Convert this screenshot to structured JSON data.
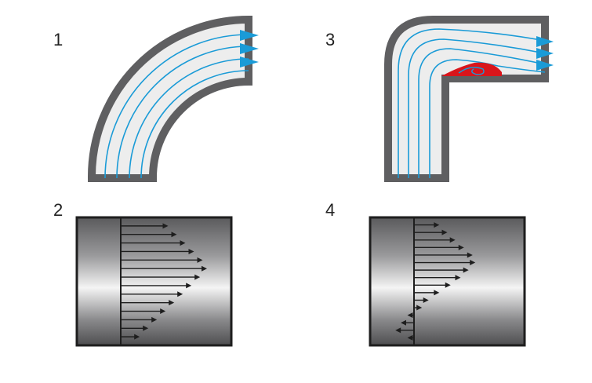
{
  "panels": [
    {
      "label": "1",
      "kind": "smooth-bend-streamlines"
    },
    {
      "label": "2",
      "kind": "velocity-profile-no-separation"
    },
    {
      "label": "3",
      "kind": "sharp-elbow-streamlines-with-separation-bubble"
    },
    {
      "label": "4",
      "kind": "velocity-profile-with-backflow"
    }
  ],
  "colors": {
    "wall": "#5f5f61",
    "fluid": "#ededed",
    "streamline": "#1a9bd7",
    "flow_arrow": "#1a9bd7",
    "separation_bubble": "#d9151b",
    "profile_arrow": "#1e1e1e"
  },
  "profile_2_magnitudes": [
    0.55,
    0.65,
    0.75,
    0.85,
    0.95,
    1.0,
    0.92,
    0.82,
    0.72,
    0.62,
    0.52,
    0.42,
    0.32,
    0.22
  ],
  "profile_4_magnitudes": [
    0.38,
    0.5,
    0.62,
    0.75,
    0.88,
    0.92,
    0.82,
    0.7,
    0.55,
    0.38,
    0.22,
    0.12,
    -0.1,
    -0.2,
    -0.28,
    -0.1
  ]
}
